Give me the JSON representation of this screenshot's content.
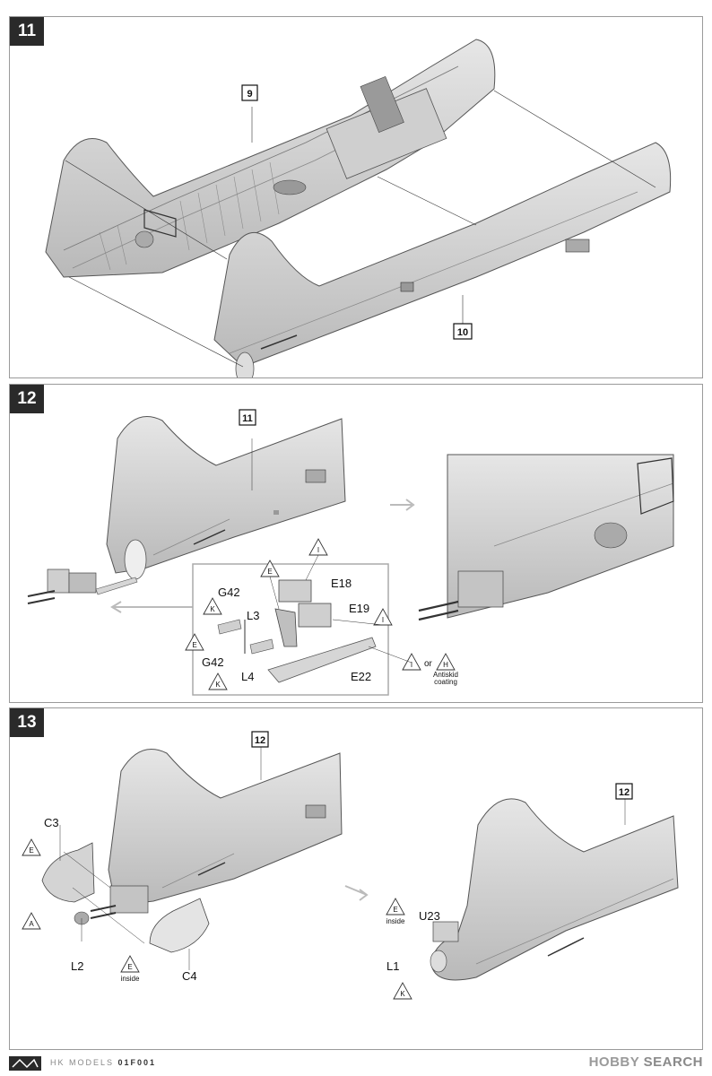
{
  "steps": [
    {
      "number": "11",
      "callouts": [
        "9",
        "10"
      ]
    },
    {
      "number": "12",
      "callouts": [
        "11"
      ],
      "parts": [
        "E18",
        "E19",
        "E22",
        "G42",
        "G42",
        "L3",
        "L4"
      ],
      "paint": [
        "I",
        "E",
        "I",
        "K",
        "E",
        "K",
        "I",
        "H"
      ],
      "or_label": "or",
      "antiskid": [
        "Antiskid",
        "coating"
      ]
    },
    {
      "number": "13",
      "callouts": [
        "12",
        "12"
      ],
      "parts": [
        "C3",
        "L2",
        "C4",
        "U23",
        "L1"
      ],
      "paint": [
        "E",
        "A",
        "E",
        "E",
        "K"
      ],
      "inside_label": "inside"
    }
  ],
  "footer": {
    "brand_name": "HK MODELS",
    "code": "01F001",
    "watermark_prefix": "HOBBY",
    "watermark_suffix": "SEARCH"
  },
  "colors": {
    "badge": "#2a2a2a",
    "panel_border": "#9a9a9a",
    "arrow_gray": "#bbbbbb",
    "part_gray": "#cfcfcf"
  }
}
